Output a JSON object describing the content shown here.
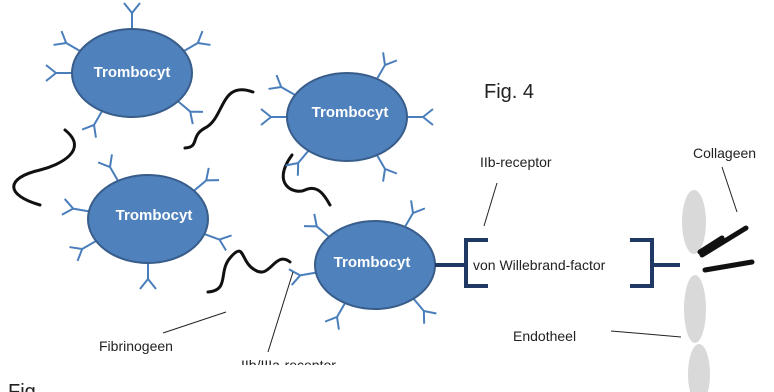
{
  "colors": {
    "cell_fill": "#4f81bd",
    "cell_stroke": "#385d8a",
    "receptor": "#4a7ebb",
    "bracket": "#1f3864",
    "endothelium": "#d9d9d9",
    "fibrinogen": "#111111"
  },
  "figure": {
    "label": "Fig. 4",
    "cut_off_label": "Fig"
  },
  "cells": [
    {
      "label": "Trombocyt"
    },
    {
      "label": "Trombocyt"
    },
    {
      "label": "Trombocyt"
    },
    {
      "label": "Trombocyt"
    }
  ],
  "labels": {
    "iib_receptor": "IIb-receptor",
    "vwf": "von Willebrand-factor",
    "collageen": "Collageen",
    "endotheel": "Endotheel",
    "fibrinogeen": "Fibrinogeen",
    "iib_iiia_receptor": "IIb/IIIa-receptor"
  }
}
